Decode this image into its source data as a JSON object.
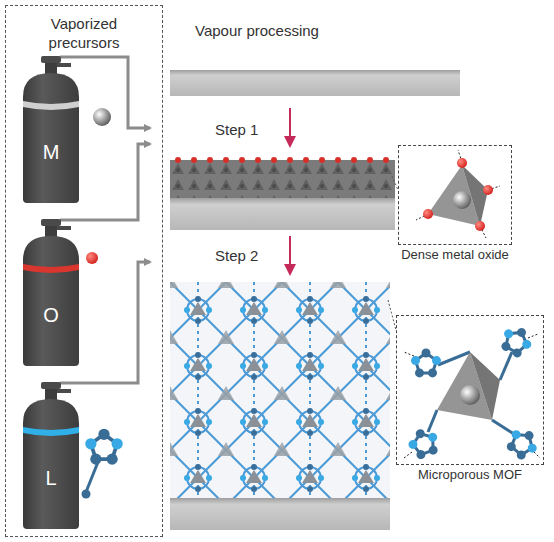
{
  "diagram": {
    "nodes": [
      {
        "text": [
          "Vaporized precursors"
        ]
      },
      {
        "text": [
          "M"
        ],
        "in": 0
      },
      {
        "text": [
          "O"
        ],
        "in": 0
      },
      {
        "text": [
          "L"
        ],
        "in": 0
      },
      {
        "text": [
          "Dense metal oxide"
        ]
      },
      {
        "text": [
          "Microporous MOF"
        ]
      }
    ],
    "labels": [
      "Vapour processing",
      "Step 1",
      "Step 2"
    ]
  }
}
